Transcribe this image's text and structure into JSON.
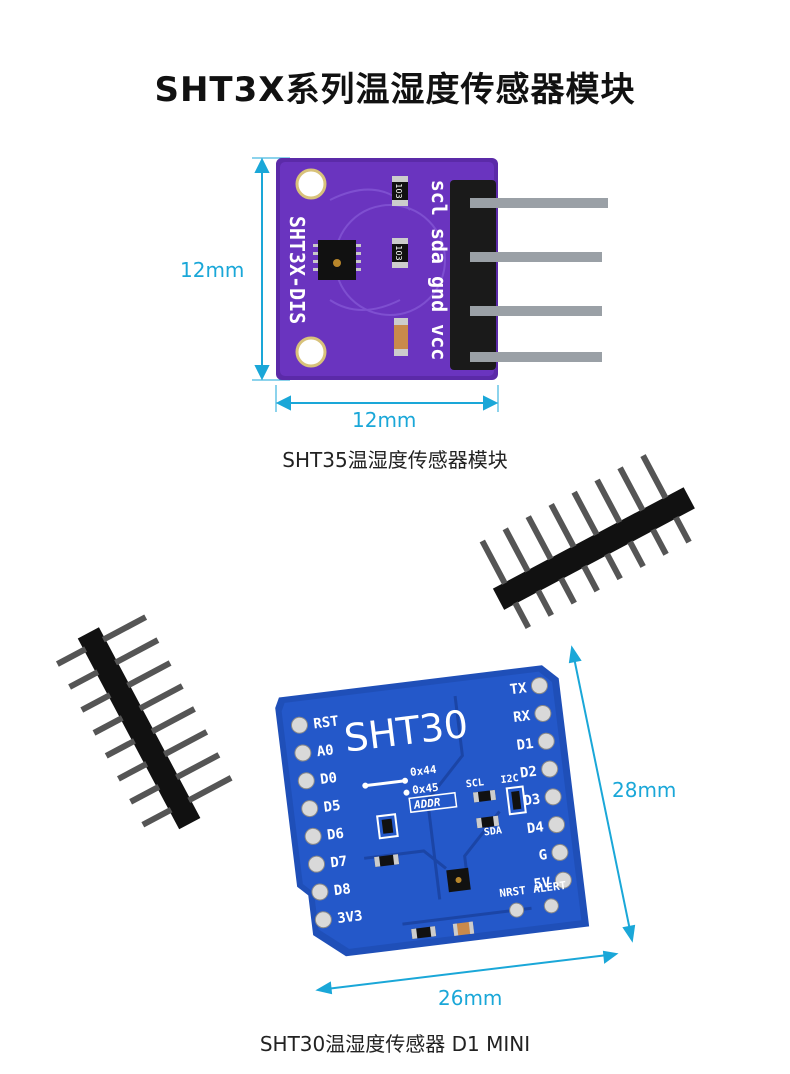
{
  "title": "SHT3X系列温湿度传感器模块",
  "module1": {
    "caption": "SHT35温湿度传感器模块",
    "dim_height": "12mm",
    "dim_width": "12mm",
    "board_label": "SHT3X-DIS",
    "pin_labels": "scl sda gnd vcc",
    "resistor_code": "103",
    "board_color": "#5b2aa8"
  },
  "module2": {
    "caption": "SHT30温湿度传感器 D1 MINI",
    "dim_height": "28mm",
    "dim_width": "26mm",
    "board_title": "SHT30",
    "left_pins": [
      "RST",
      "A0",
      "D0",
      "D5",
      "D6",
      "D7",
      "D8",
      "3V3"
    ],
    "right_pins": [
      "TX",
      "RX",
      "D1",
      "D2",
      "D3",
      "D4",
      "G",
      "5V"
    ],
    "addr_options": [
      "0x44",
      "0x45"
    ],
    "addr_label": "ADDR",
    "i2c_labels": [
      "SCL",
      "I2C",
      "SDA"
    ],
    "bottom_pins": [
      "NRST",
      "ALERT"
    ],
    "board_color": "#1f4fb8"
  },
  "colors": {
    "dimension": "#1aa7d8",
    "header": "#1a1a1a",
    "pin_metal": "#9aa0a6"
  }
}
